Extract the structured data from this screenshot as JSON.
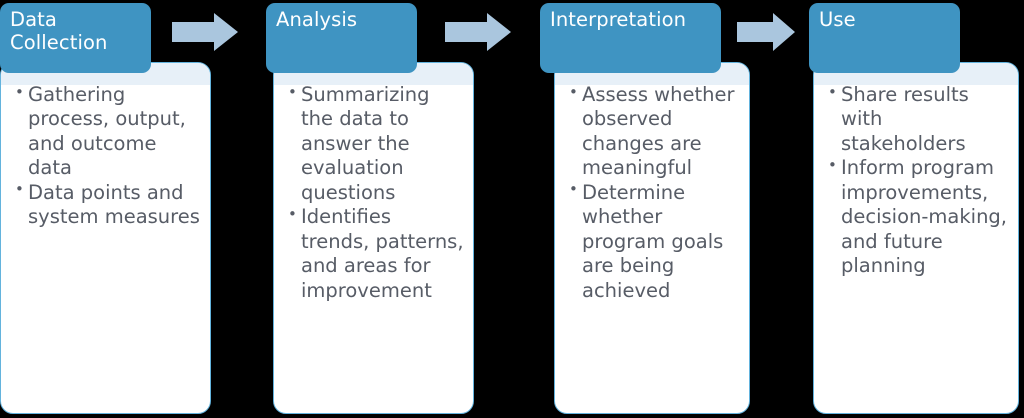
{
  "diagram": {
    "title": "Data Collection to Use evaluation process flow",
    "colors": {
      "background": "#000000",
      "header_fill": "#3f94c2",
      "header_text": "#ffffff",
      "card_fill": "#ffffff",
      "card_border": "#63b3dd",
      "card_tint": "#e7f0f8",
      "body_text": "#575c66",
      "arrow_fill": "#aac6de"
    },
    "stages": [
      {
        "id": "data-collection",
        "header": "Data Collection",
        "bullets": [
          "Gathering process, output, and outcome data",
          "Data points and system measures"
        ]
      },
      {
        "id": "analysis",
        "header": "Analysis",
        "bullets": [
          "Summarizing the data to answer the evaluation questions",
          "Identifies trends, patterns, and areas for improvement"
        ]
      },
      {
        "id": "interpretation",
        "header": "Interpretation",
        "bullets": [
          "Assess whether observed changes are meaningful",
          "Determine whether program goals are being achieved"
        ]
      },
      {
        "id": "use",
        "header": "Use",
        "bullets": [
          "Share results with stakeholders",
          "Inform program improvements, decision-making, and future planning"
        ]
      }
    ],
    "arrows": [
      {
        "id": "arrow-1",
        "name": "arrow-right-icon"
      },
      {
        "id": "arrow-2",
        "name": "arrow-right-icon"
      },
      {
        "id": "arrow-3",
        "name": "arrow-right-icon"
      }
    ]
  }
}
